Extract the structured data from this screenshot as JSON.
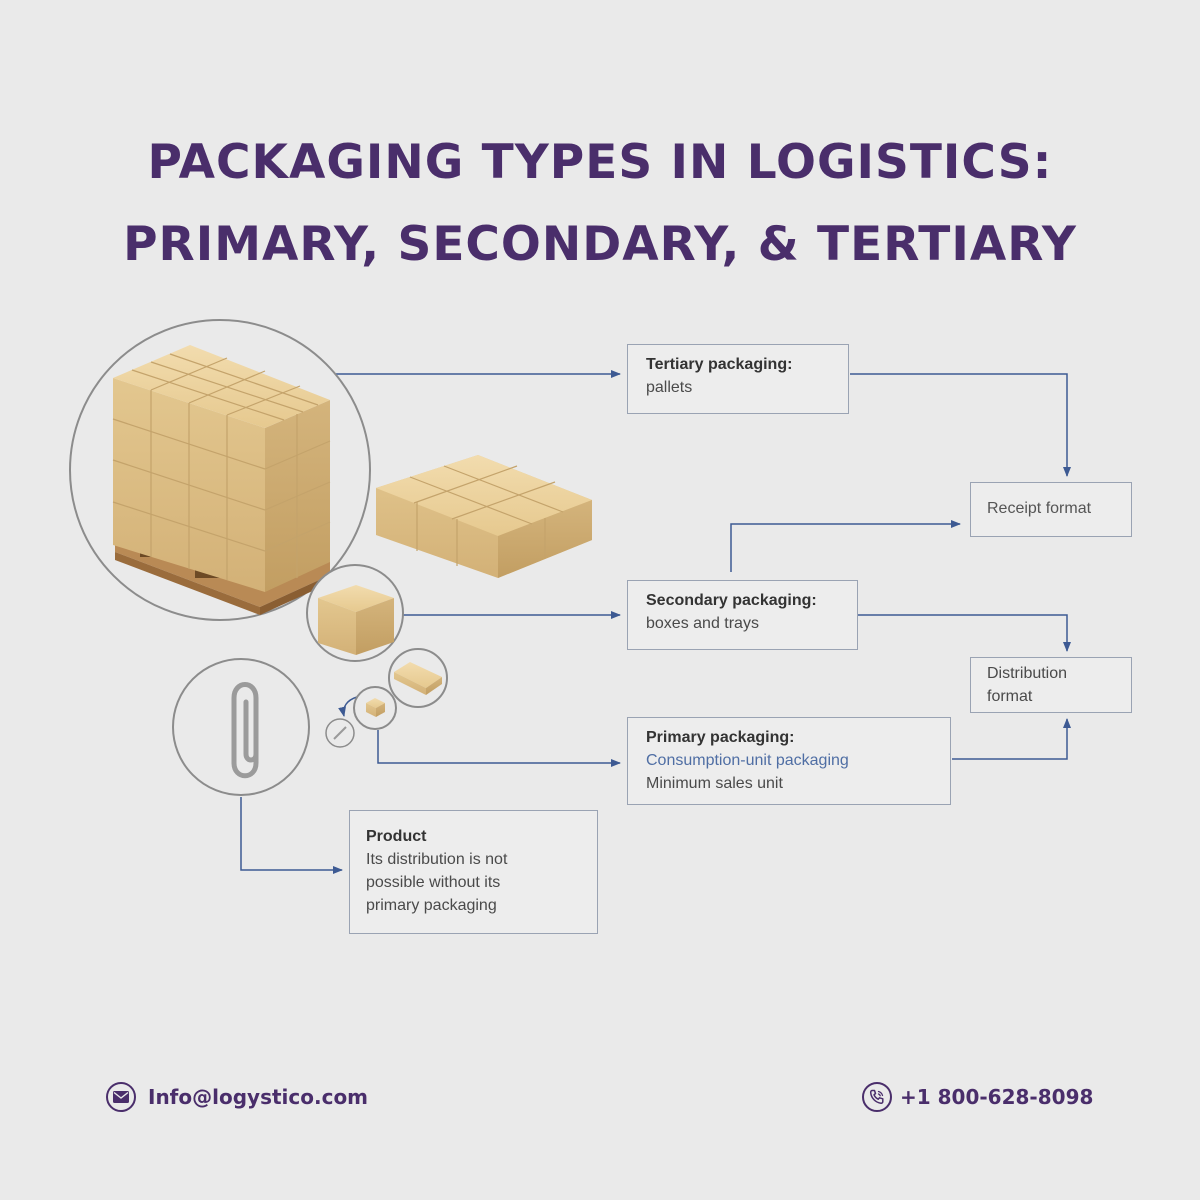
{
  "title": {
    "line1": "Packaging types in logistics:",
    "line2": "Primary, secondary, & tertiary"
  },
  "diagram": {
    "tertiary": {
      "label": "Tertiary packaging:",
      "desc": "pallets"
    },
    "secondary": {
      "label": "Secondary packaging:",
      "desc": "boxes and trays"
    },
    "primary": {
      "label": "Primary packaging:",
      "desc1": "Consumption-unit packaging",
      "desc2": "Minimum sales unit"
    },
    "product": {
      "label": "Product",
      "desc1": "Its distribution is not",
      "desc2": "possible without its",
      "desc3": "primary packaging"
    },
    "receipt": {
      "label": "Receipt format"
    },
    "distribution": {
      "line1": "Distribution",
      "line2": "format"
    }
  },
  "footer": {
    "email": "Info@logystico.com",
    "phone": "+1 800-628-8098"
  },
  "colors": {
    "title": "#4a2e6b",
    "arrow": "#3d5a93",
    "box_border": "#9aa3b3",
    "cardboard": "#e2c48f"
  },
  "icons": [
    "mail-icon",
    "phone-icon",
    "pallet-stack-image",
    "box-tray-image",
    "single-box-image",
    "small-product-image",
    "paperclip-icon"
  ]
}
